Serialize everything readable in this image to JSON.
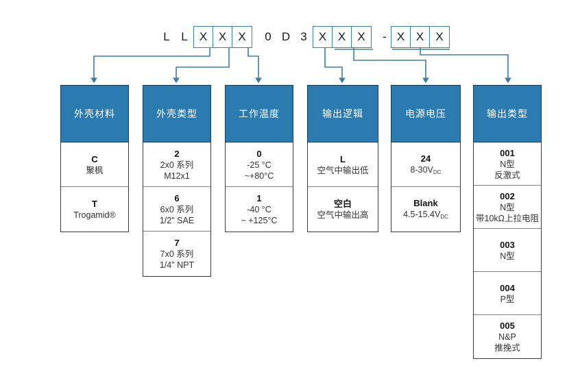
{
  "part_number": {
    "segments": [
      {
        "type": "plain",
        "chars": [
          "L",
          "L"
        ]
      },
      {
        "type": "boxed",
        "chars": [
          "X",
          "X",
          "X"
        ]
      },
      {
        "type": "plain",
        "chars": [
          "0",
          "D",
          "3"
        ]
      },
      {
        "type": "boxed",
        "chars": [
          "X",
          "X",
          "X"
        ]
      },
      {
        "type": "dash",
        "chars": [
          "-"
        ]
      },
      {
        "type": "boxed",
        "chars": [
          "X",
          "X",
          "X"
        ]
      }
    ],
    "full_text": "L L XXX 0 D 3 XXX - XXX"
  },
  "accent_colors": {
    "header_fill": "#2b7ab0",
    "header_border": "#0f3f5e",
    "code_box_border": "#3f7fa6",
    "connector_line": "#3f7fa6",
    "cell_border": "#808080",
    "body_border": "#3a3a3a"
  },
  "columns": [
    {
      "id": "housing-material",
      "header": "外壳材料",
      "options": [
        {
          "code": "C",
          "lines": [
            "聚枫"
          ]
        },
        {
          "code": "T",
          "lines": [
            "Trogamid®"
          ]
        }
      ]
    },
    {
      "id": "housing-type",
      "header": "外壳类型",
      "options": [
        {
          "code": "2",
          "lines": [
            "2x0 系列",
            "M12x1"
          ]
        },
        {
          "code": "6",
          "lines": [
            "6x0 系列",
            "1/2\" SAE"
          ]
        },
        {
          "code": "7",
          "lines": [
            "7x0 系列",
            "1/4\" NPT"
          ]
        }
      ]
    },
    {
      "id": "operating-temperature",
      "header": "工作温度",
      "options": [
        {
          "code": "0",
          "lines": [
            "-25 °C",
            "~+80°C"
          ]
        },
        {
          "code": "1",
          "lines": [
            "-40 °C",
            "~ +125°C"
          ]
        }
      ]
    },
    {
      "id": "output-logic",
      "header": "输出逻辑",
      "options": [
        {
          "code": "L",
          "lines": [
            "空气中输出低"
          ]
        },
        {
          "code": "空白",
          "lines": [
            "空气中输出高"
          ]
        }
      ]
    },
    {
      "id": "supply-voltage",
      "header": "电源电压",
      "options": [
        {
          "code": "24",
          "lines": [
            "8-30V|DC"
          ]
        },
        {
          "code": "Blank",
          "lines": [
            "4.5-15.4V|DC"
          ]
        }
      ]
    },
    {
      "id": "output-type",
      "header": "输出类型",
      "options": [
        {
          "code": "001",
          "lines": [
            "N型",
            "反激式"
          ]
        },
        {
          "code": "002",
          "lines": [
            "N型",
            "带10kΩ上拉电阻"
          ]
        },
        {
          "code": "003",
          "lines": [
            "N型"
          ]
        },
        {
          "code": "004",
          "lines": [
            "P型"
          ]
        },
        {
          "code": "005",
          "lines": [
            "N&P",
            "推挽式"
          ]
        }
      ]
    }
  ]
}
